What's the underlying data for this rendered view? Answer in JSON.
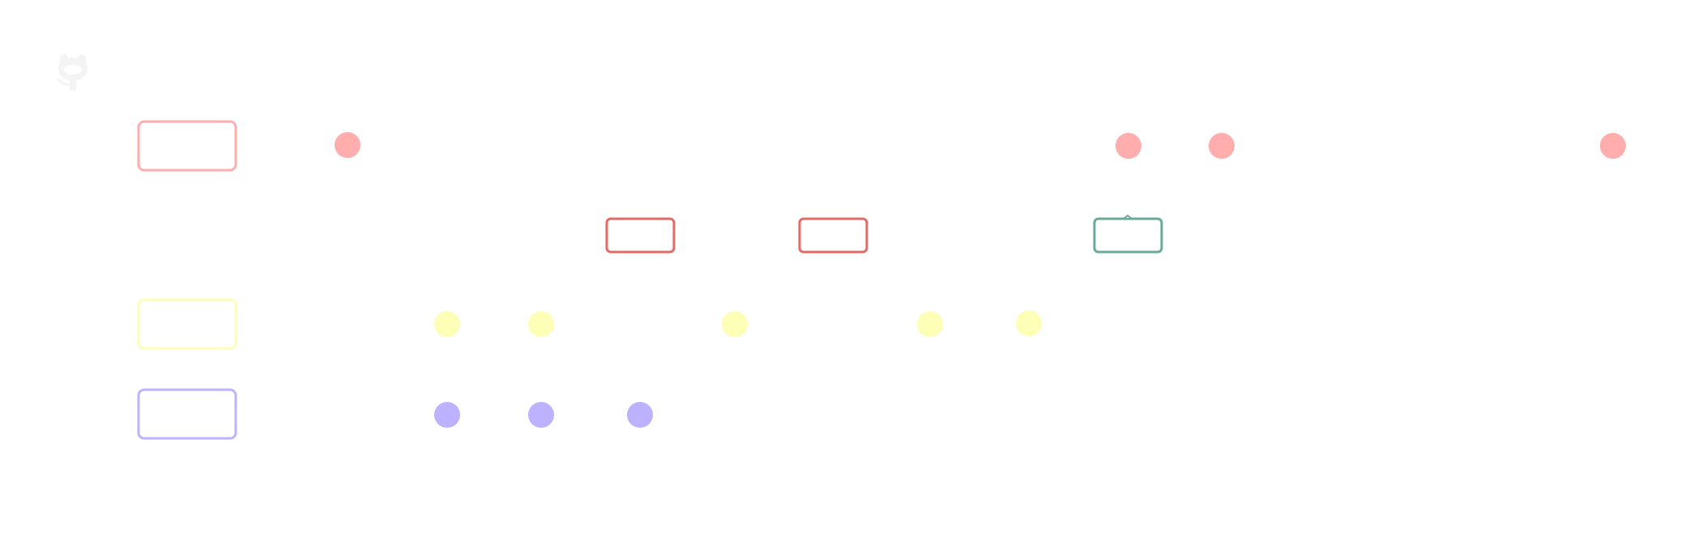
{
  "logo": {
    "icon": "github-octocat-icon",
    "color": "#f4f4f4"
  },
  "colors": {
    "pink": "#ffadad",
    "red": "#e26b66",
    "teal": "#6aaa98",
    "yellow": "#fdffb6",
    "purple": "#bdb2ff"
  },
  "rows": [
    {
      "color": "pink",
      "has_label_box": true,
      "dots": 4
    },
    {
      "color": "red",
      "has_label_box": false,
      "boxes": [
        "red",
        "red",
        "teal"
      ]
    },
    {
      "color": "yellow",
      "has_label_box": true,
      "dots": 5
    },
    {
      "color": "purple",
      "has_label_box": true,
      "dots": 3
    }
  ]
}
